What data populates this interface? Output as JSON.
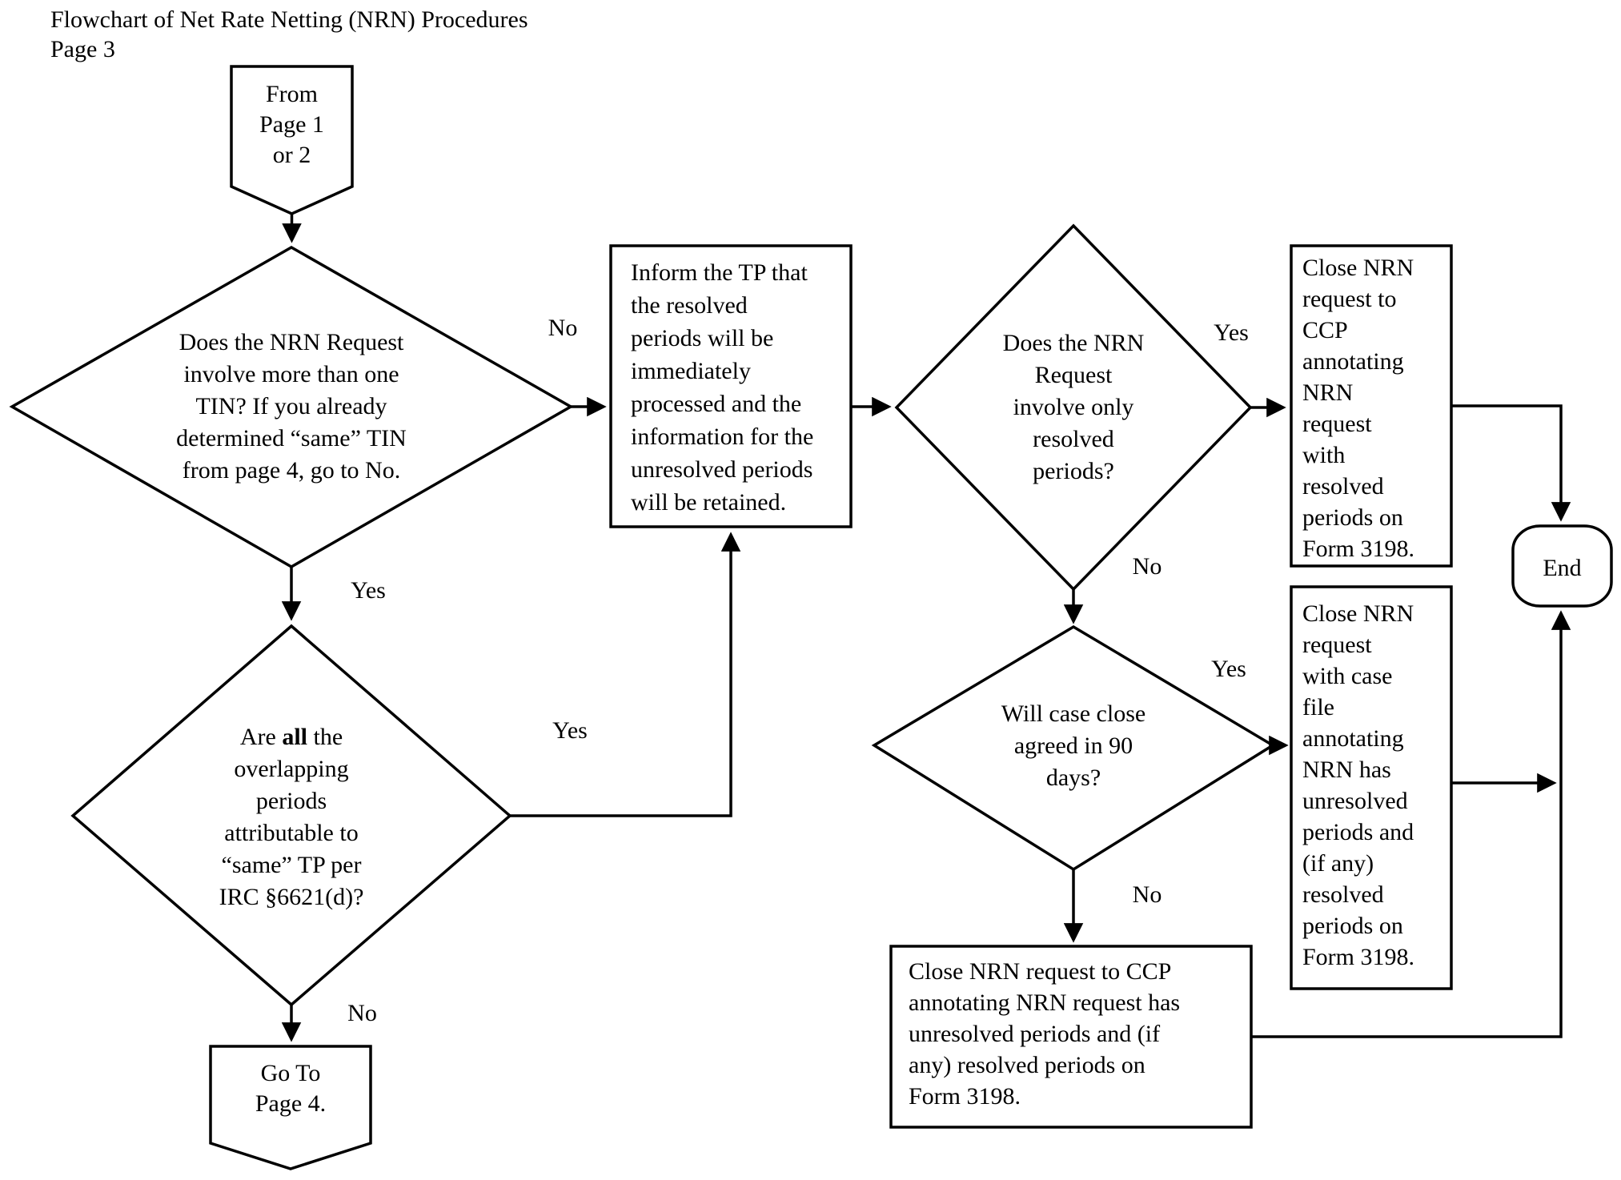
{
  "page": {
    "title_line1": "Flowchart of Net Rate Netting (NRN) Procedures",
    "title_line2": "Page 3"
  },
  "nodes": {
    "from_connector": {
      "type": "offpage-connector",
      "text": "From\nPage 1\nor 2"
    },
    "d1_multiple_tin": {
      "type": "decision",
      "text": "Does the NRN Request\ninvolve more than one\nTIN? If you already\ndetermined “same” TIN\nfrom page 4, go to No."
    },
    "inform_tp": {
      "type": "process",
      "text": "Inform the TP that\nthe resolved\nperiods will be\nimmediately\nprocessed and the\ninformation for the\nunresolved periods\nwill be retained."
    },
    "d2_overlapping": {
      "type": "decision",
      "text_prefix": "Are ",
      "text_bold": "all",
      "text_rest": " the\noverlapping\nperiods\nattributable to\n“same” TP per\nIRC §6621(d)?"
    },
    "goto_page4": {
      "type": "offpage-connector",
      "text": "Go To\nPage 4."
    },
    "d3_only_resolved": {
      "type": "decision",
      "text": "Does the NRN\nRequest\ninvolve only\nresolved\nperiods?"
    },
    "close_ccp_resolved": {
      "type": "process",
      "text": "Close NRN\nrequest to\nCCP\nannotating\nNRN\nrequest\nwith\nresolved\nperiods on\nForm 3198."
    },
    "d4_case_close": {
      "type": "decision",
      "text": "Will case close\nagreed in 90\ndays?"
    },
    "close_case_file": {
      "type": "process",
      "text": "Close NRN\nrequest\nwith case\nfile\nannotating\nNRN has\nunresolved\nperiods and\n(if any)\nresolved\nperiods on\nForm 3198."
    },
    "close_ccp_unresolved": {
      "type": "process",
      "text": "Close NRN request to CCP\nannotating NRN request has\nunresolved periods and (if\nany) resolved periods on\nForm 3198."
    },
    "end": {
      "type": "terminator",
      "text": "End"
    }
  },
  "labels": {
    "d1_no": "No",
    "d1_yes": "Yes",
    "d2_yes": "Yes",
    "d2_no": "No",
    "d3_yes": "Yes",
    "d3_no": "No",
    "d4_yes": "Yes",
    "d4_no": "No"
  },
  "colors": {
    "line": "#000000",
    "background": "#ffffff"
  }
}
